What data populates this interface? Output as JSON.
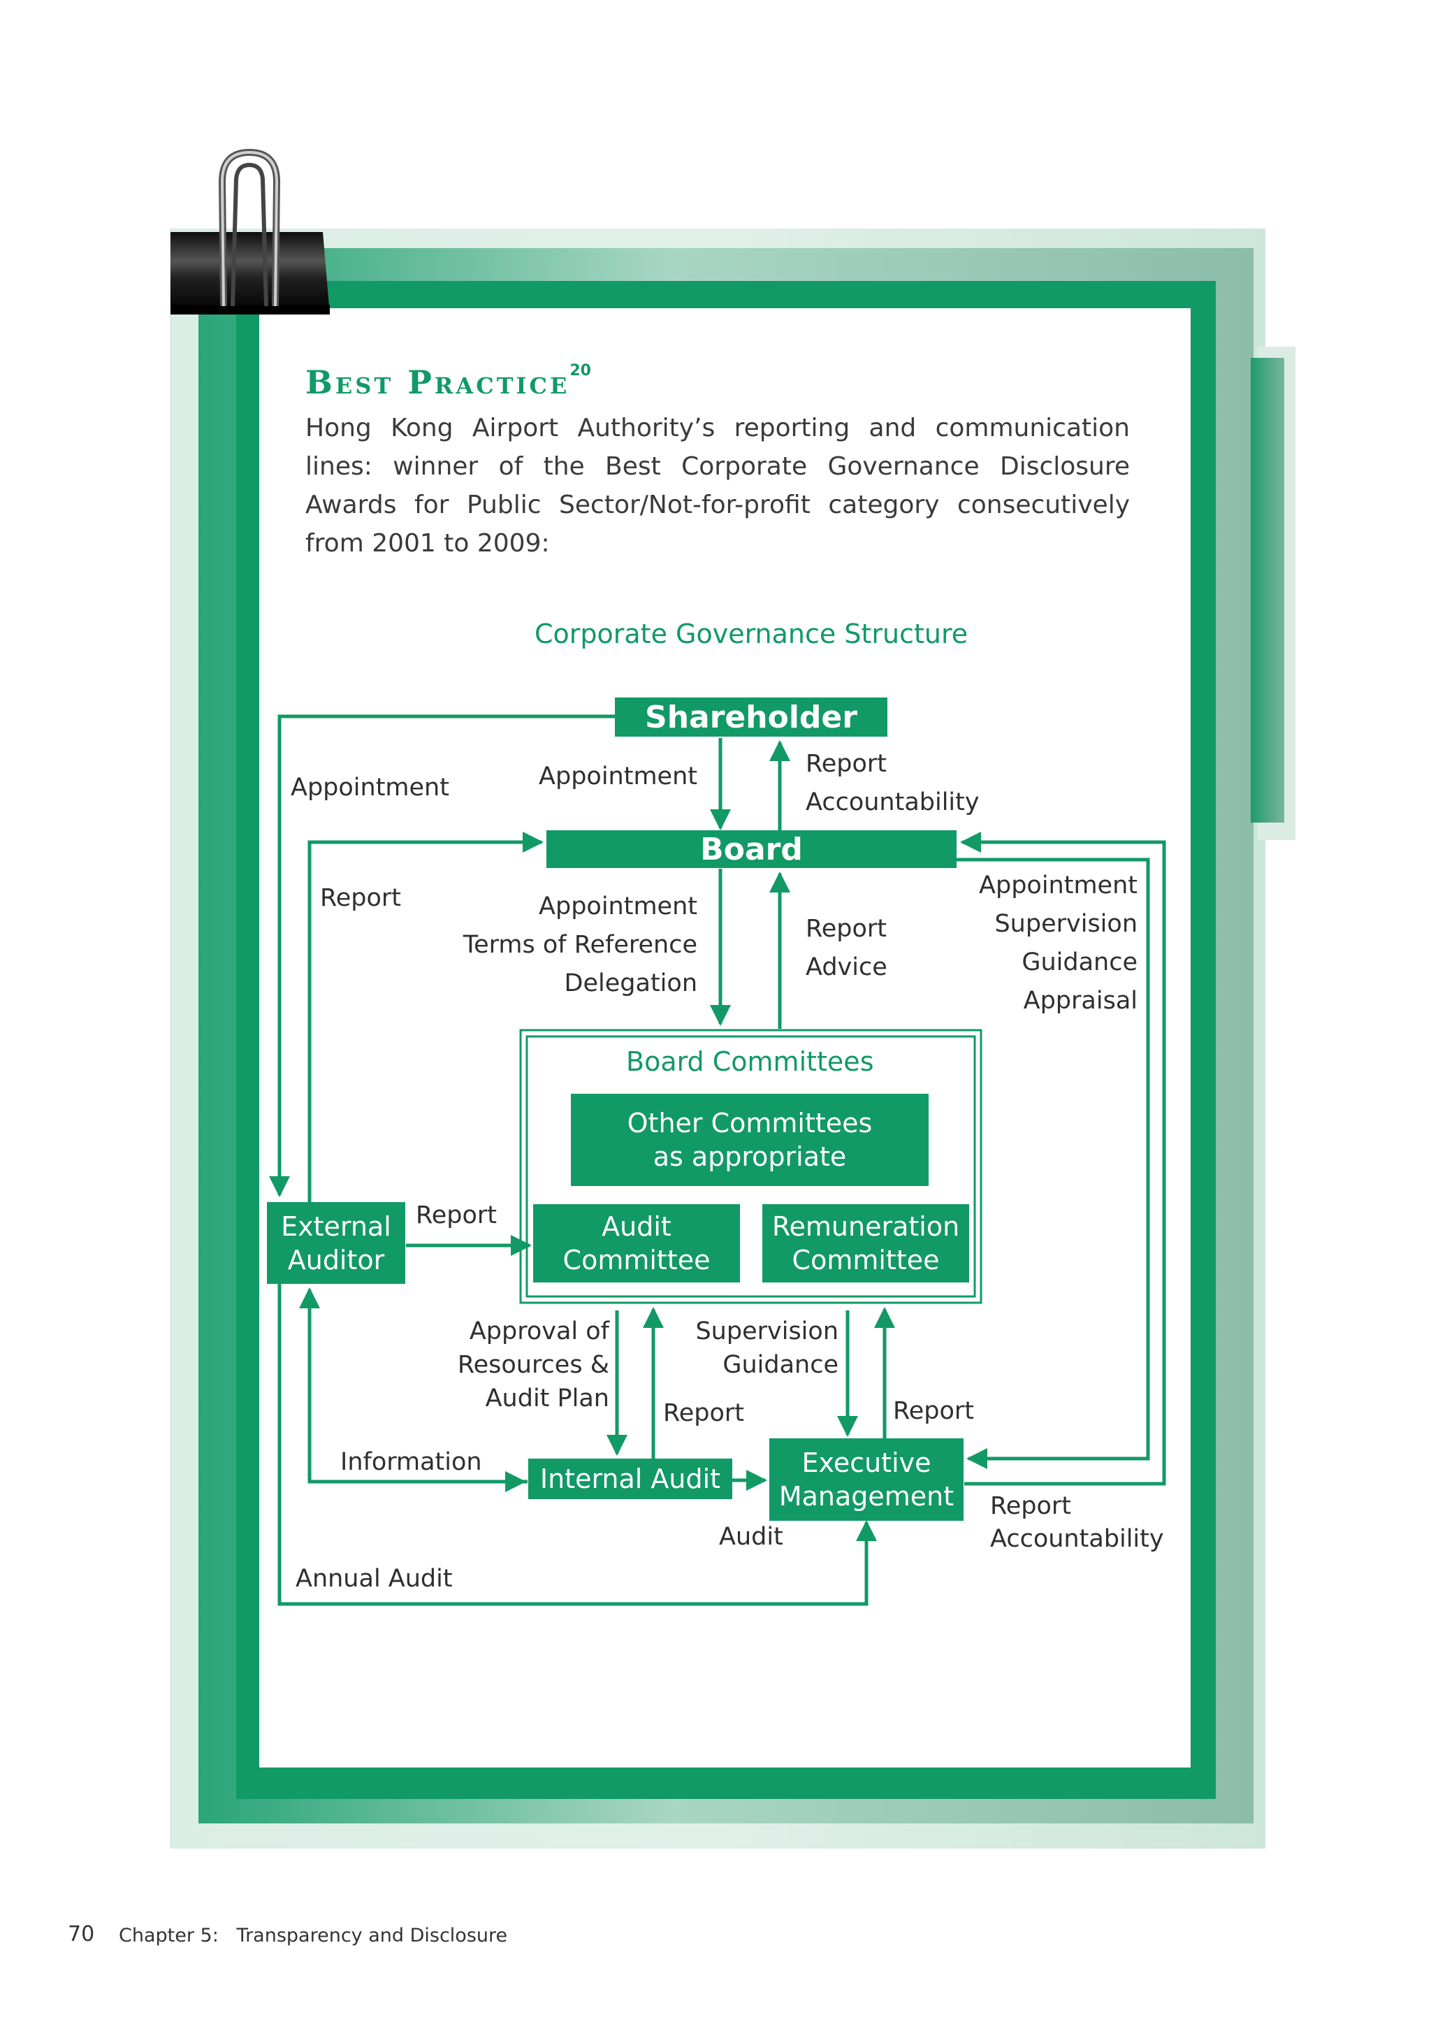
{
  "best_practice": {
    "title": "Best Practice",
    "footnote": "20",
    "intro": "Hong Kong Airport Authority’s reporting and communication lines: winner of the Best Corporate Governance Disclosure Awards for Public Sector/Not-for-profit category consecutively from 2001 to 2009:"
  },
  "diagram": {
    "title": "Corporate Governance Structure",
    "nodes": {
      "shareholder": "Shareholder",
      "board": "Board",
      "board_committees": "Board Committees",
      "other_committees": "Other Committees as appropriate",
      "audit_committee": "Audit Committee",
      "remuneration_committee": "Remuneration Committee",
      "external_auditor": "External Auditor",
      "internal_audit": "Internal Audit",
      "executive_management": "Executive Management"
    },
    "edge_labels": {
      "appointment_left": "Appointment",
      "appointment_sh_board": "Appointment",
      "report_board_sh": "Report",
      "accountability_board_sh": "Accountability",
      "report_ext_board": "Report",
      "appointment_board_comm": "Appointment",
      "terms_of_reference": "Terms of Reference",
      "delegation": "Delegation",
      "report_comm_board": "Report",
      "advice_comm_board": "Advice",
      "appointment_right": "Appointment",
      "supervision_right": "Supervision",
      "guidance_right": "Guidance",
      "appraisal_right": "Appraisal",
      "report_ext_audit": "Report",
      "approval_of": "Approval of",
      "resources": "Resources &",
      "audit_plan": "Audit Plan",
      "report_ia_ac": "Report",
      "supervision_rc": "Supervision",
      "guidance_rc": "Guidance",
      "report_em_rc": "Report",
      "information": "Information",
      "audit_ia_em": "Audit",
      "report_em_board": "Report",
      "accountability_em_board": "Accountability",
      "annual_audit": "Annual Audit"
    }
  },
  "footer": {
    "page_number": "70",
    "chapter": "Chapter 5:   Transparency and Disclosure"
  },
  "colors": {
    "primary_green": "#119966",
    "light_green": "#d8ece3",
    "text": "#333333"
  }
}
